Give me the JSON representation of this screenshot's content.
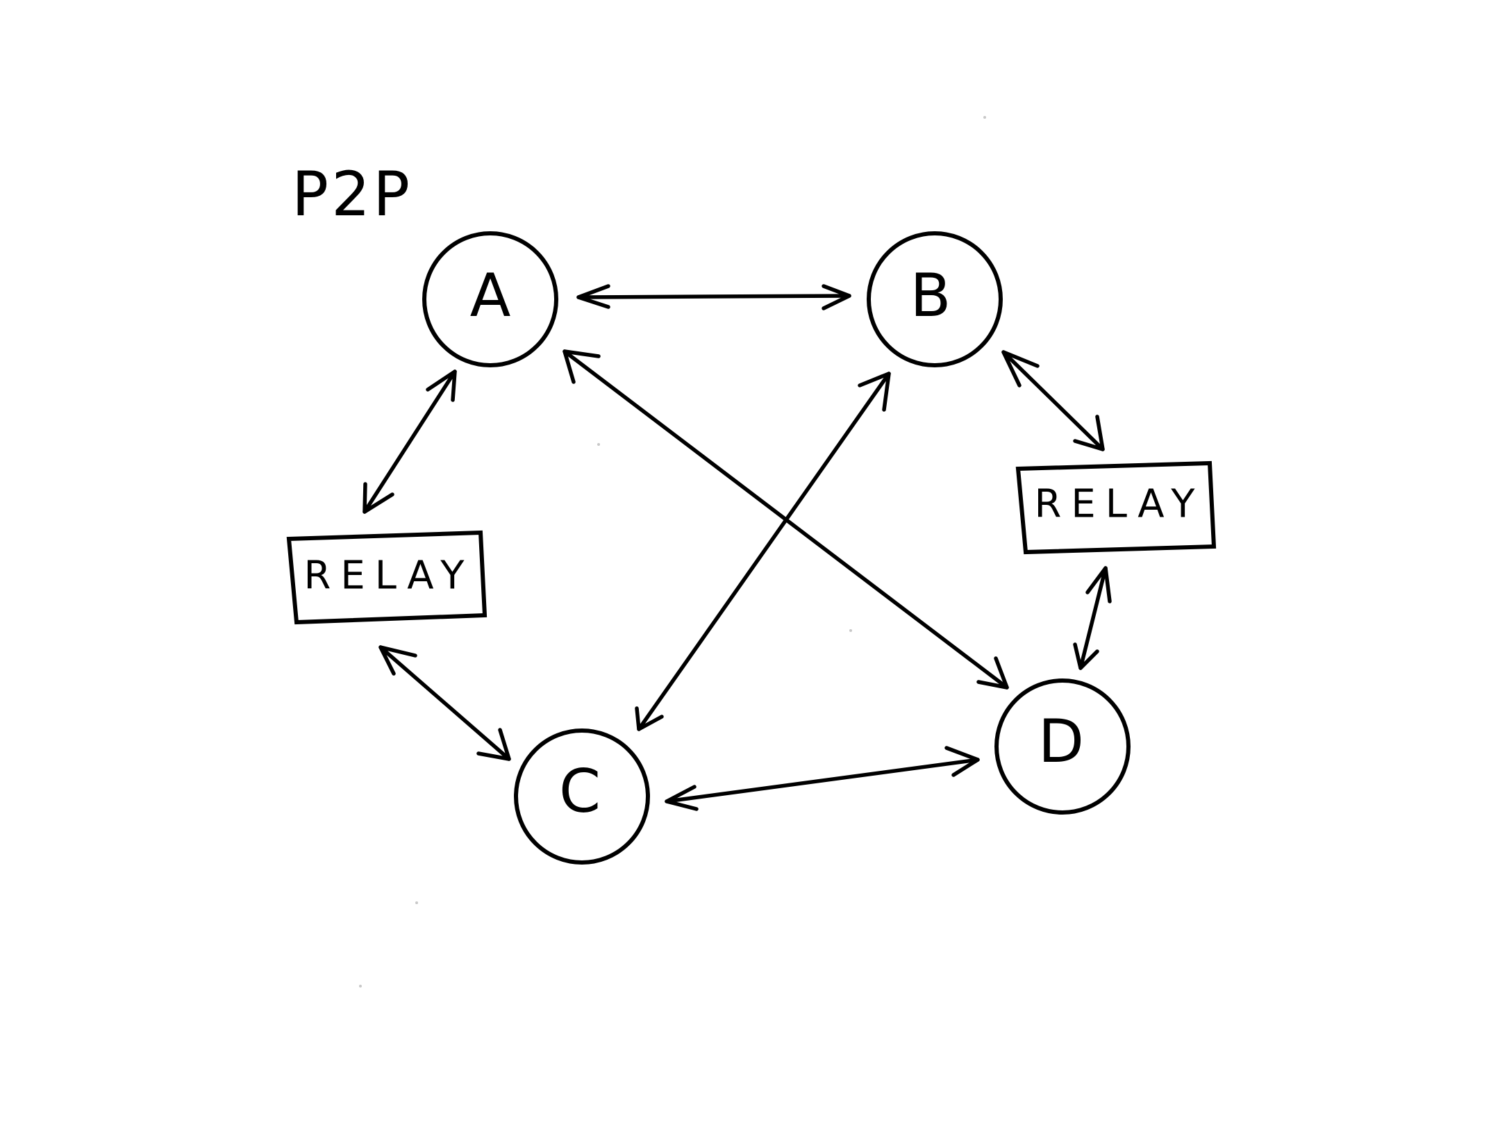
{
  "diagram": {
    "title": "P2P",
    "nodes": [
      {
        "id": "A",
        "label": "A"
      },
      {
        "id": "B",
        "label": "B"
      },
      {
        "id": "C",
        "label": "C"
      },
      {
        "id": "D",
        "label": "D"
      }
    ],
    "relays": [
      {
        "id": "relay-left",
        "label": "RELAY"
      },
      {
        "id": "relay-right",
        "label": "RELAY"
      }
    ],
    "edges": [
      {
        "from": "A",
        "to": "B",
        "bidirectional": true
      },
      {
        "from": "A",
        "to": "D",
        "bidirectional": true
      },
      {
        "from": "B",
        "to": "C",
        "bidirectional": true
      },
      {
        "from": "C",
        "to": "D",
        "bidirectional": true
      },
      {
        "from": "A",
        "to": "relay-left",
        "bidirectional": true
      },
      {
        "from": "relay-left",
        "to": "C",
        "bidirectional": true
      },
      {
        "from": "B",
        "to": "relay-right",
        "bidirectional": true
      },
      {
        "from": "relay-right",
        "to": "D",
        "bidirectional": true
      }
    ],
    "colors": {
      "ink": "#000000",
      "background": "#ffffff"
    }
  }
}
